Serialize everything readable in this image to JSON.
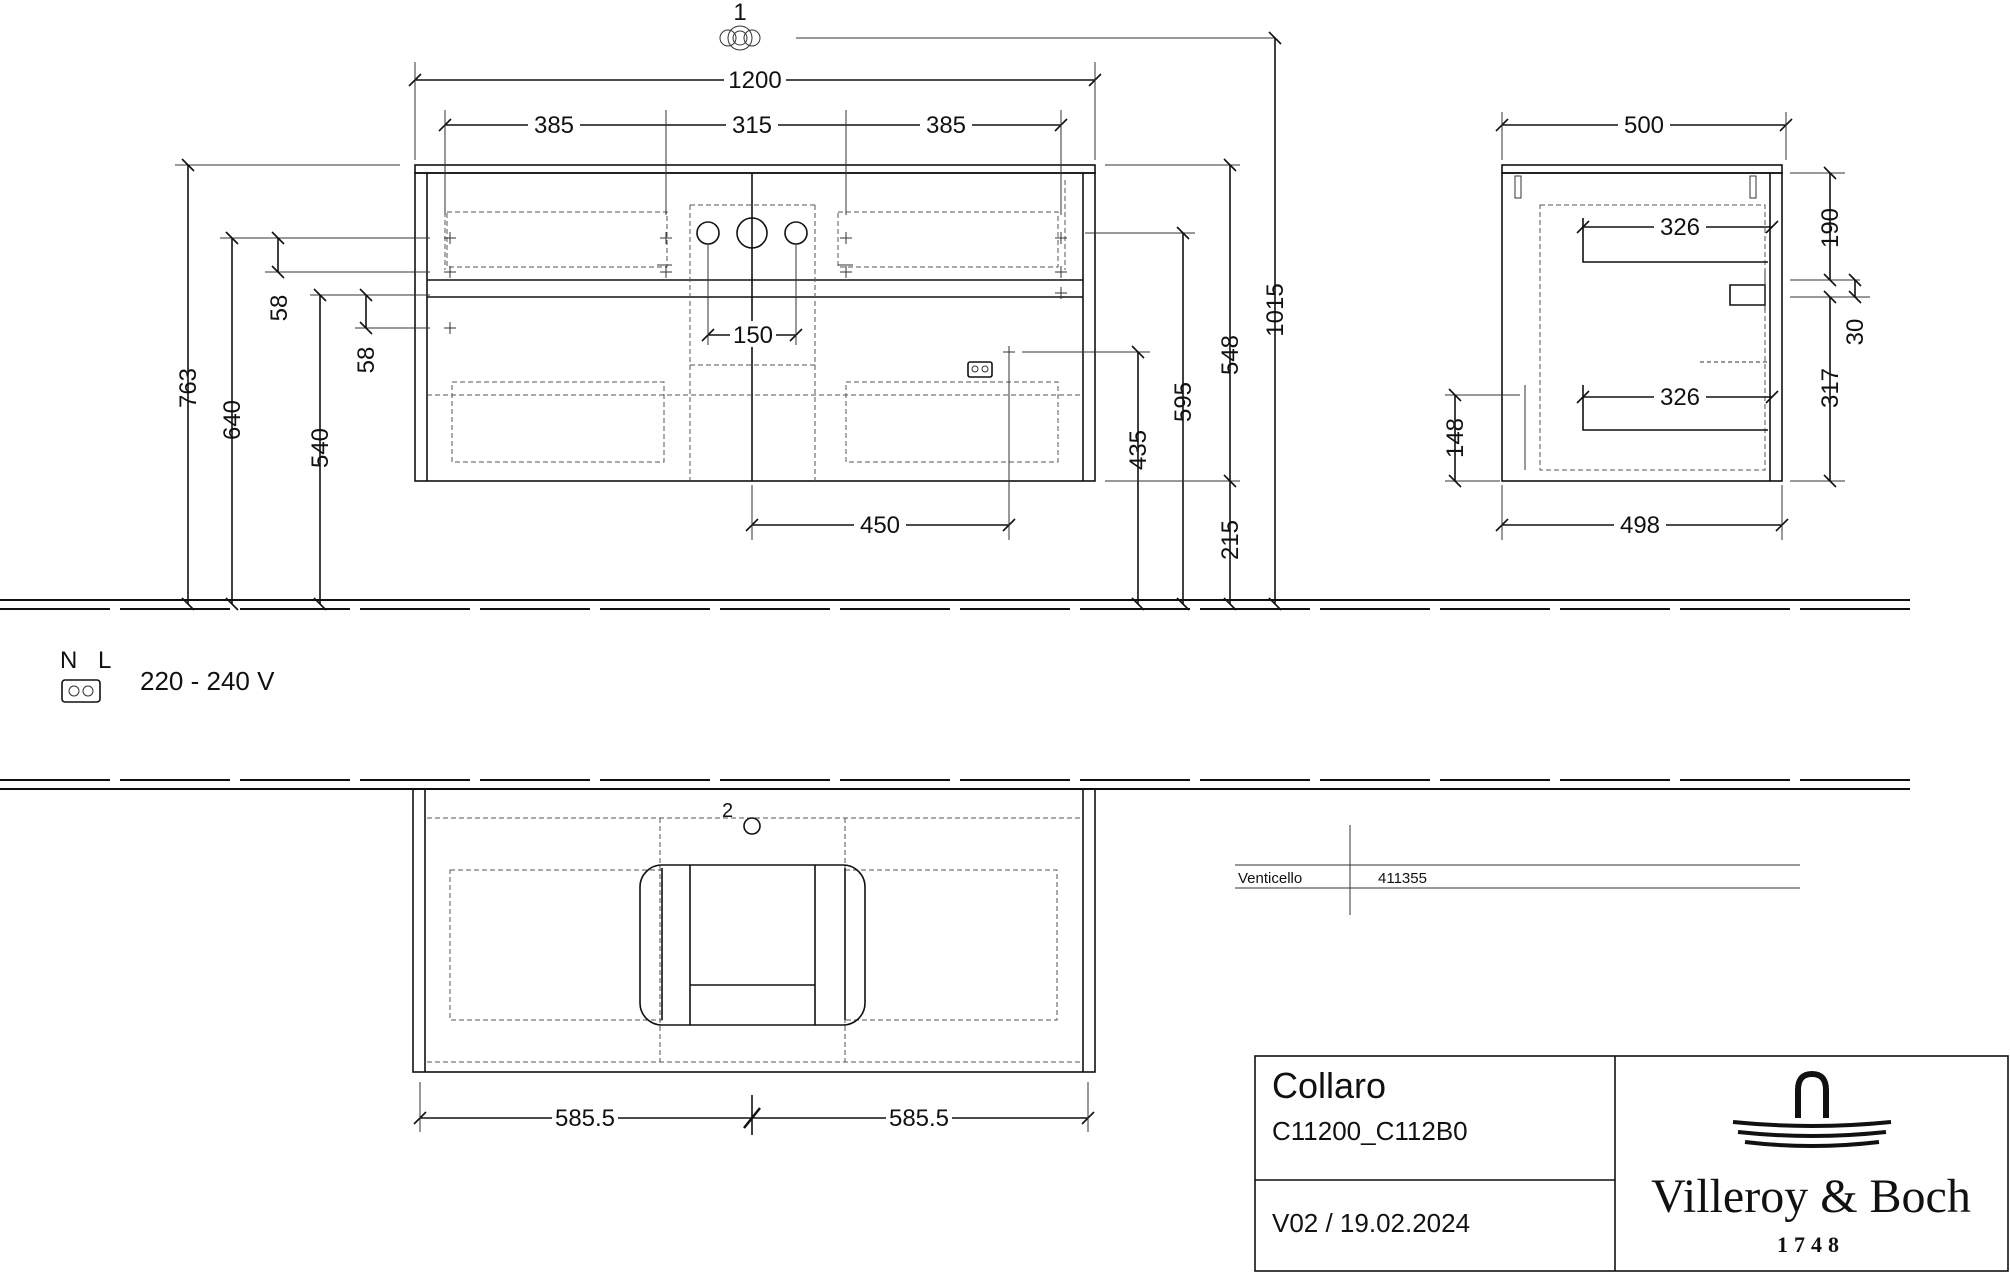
{
  "front_view": {
    "ref_1": "1",
    "ref_2": "2",
    "w_total": "1200",
    "w_left": "385",
    "w_mid": "315",
    "w_right": "385",
    "h_763": "763",
    "h_640": "640",
    "h_540": "540",
    "h_58a": "58",
    "h_58b": "58",
    "h_150": "150",
    "h_450": "450",
    "h_435": "435",
    "h_595": "595",
    "h_548": "548",
    "h_215": "215",
    "h_1015": "1015"
  },
  "side_view": {
    "d_top": "500",
    "d_bottom": "498",
    "d_326a": "326",
    "d_326b": "326",
    "h_190": "190",
    "h_30": "30",
    "h_317": "317",
    "h_148": "148"
  },
  "power": {
    "n_label": "N",
    "l_label": "L",
    "voltage": "220 - 240 V"
  },
  "top_view": {
    "w_left": "585.5",
    "w_right": "585.5"
  },
  "accessory_table": {
    "name": "Venticello",
    "number": "411355"
  },
  "title_block": {
    "product": "Collaro",
    "code": "C11200_C112B0",
    "version": "V02 / 19.02.2024",
    "brand": "Villeroy & Boch",
    "year": "1748"
  }
}
